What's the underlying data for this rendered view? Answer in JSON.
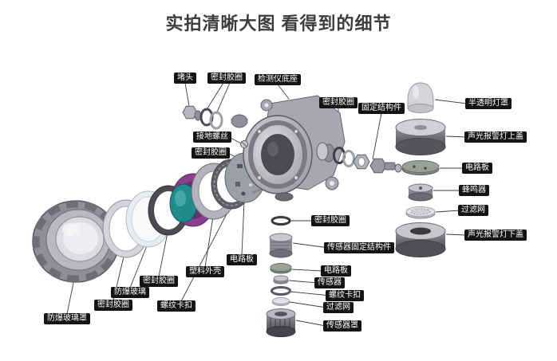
{
  "page": {
    "title": "实拍清晰大图 看得到的细节",
    "background": "#ffffff"
  },
  "colors": {
    "label_bg": "#141414",
    "label_text": "#ffffff",
    "accent_teal": "#1f8c8c",
    "accent_purple": "#8a4090",
    "metal_light": "#d6d6dd",
    "metal_dark": "#4f4f58"
  },
  "labels": [
    {
      "id": "plug",
      "text": "堵头"
    },
    {
      "id": "seal-ring-top",
      "text": "密封胶圈"
    },
    {
      "id": "detector-base",
      "text": "检测仪底座"
    },
    {
      "id": "seal-ring-right",
      "text": "密封胶圈"
    },
    {
      "id": "fixing-structure",
      "text": "固定结构件"
    },
    {
      "id": "translucent-lamp-cover",
      "text": "半透明灯罩"
    },
    {
      "id": "alarm-lamp-upper-cover",
      "text": "声光报警灯上盖"
    },
    {
      "id": "circuit-board-right",
      "text": "电路板"
    },
    {
      "id": "buzzer",
      "text": "蜂鸣器"
    },
    {
      "id": "filter-right",
      "text": "过滤网"
    },
    {
      "id": "alarm-lamp-lower-cover",
      "text": "声光报警灯下盖"
    },
    {
      "id": "grounding-screw",
      "text": "接地螺丝"
    },
    {
      "id": "seal-ring-mid",
      "text": "密封胶圈"
    },
    {
      "id": "seal-ring-sensor",
      "text": "密封胶圈"
    },
    {
      "id": "sensor-fixing-structure",
      "text": "传感器固定结构件"
    },
    {
      "id": "circuit-board-main",
      "text": "电路板"
    },
    {
      "id": "circuit-board-sensor",
      "text": "电路板"
    },
    {
      "id": "sensor",
      "text": "传感器"
    },
    {
      "id": "threaded-buckle-sensor",
      "text": "螺纹卡扣"
    },
    {
      "id": "filter-sensor",
      "text": "过滤网"
    },
    {
      "id": "sensor-cover",
      "text": "传感器罩"
    },
    {
      "id": "plastic-shell",
      "text": "塑料外壳"
    },
    {
      "id": "threaded-buckle-main",
      "text": "螺纹卡扣"
    },
    {
      "id": "seal-ring-inner",
      "text": "密封胶圈"
    },
    {
      "id": "explosion-proof-glass",
      "text": "防爆玻璃"
    },
    {
      "id": "seal-ring-front",
      "text": "密封胶圈"
    },
    {
      "id": "explosion-proof-glass-cover",
      "text": "防爆玻璃罩"
    }
  ]
}
